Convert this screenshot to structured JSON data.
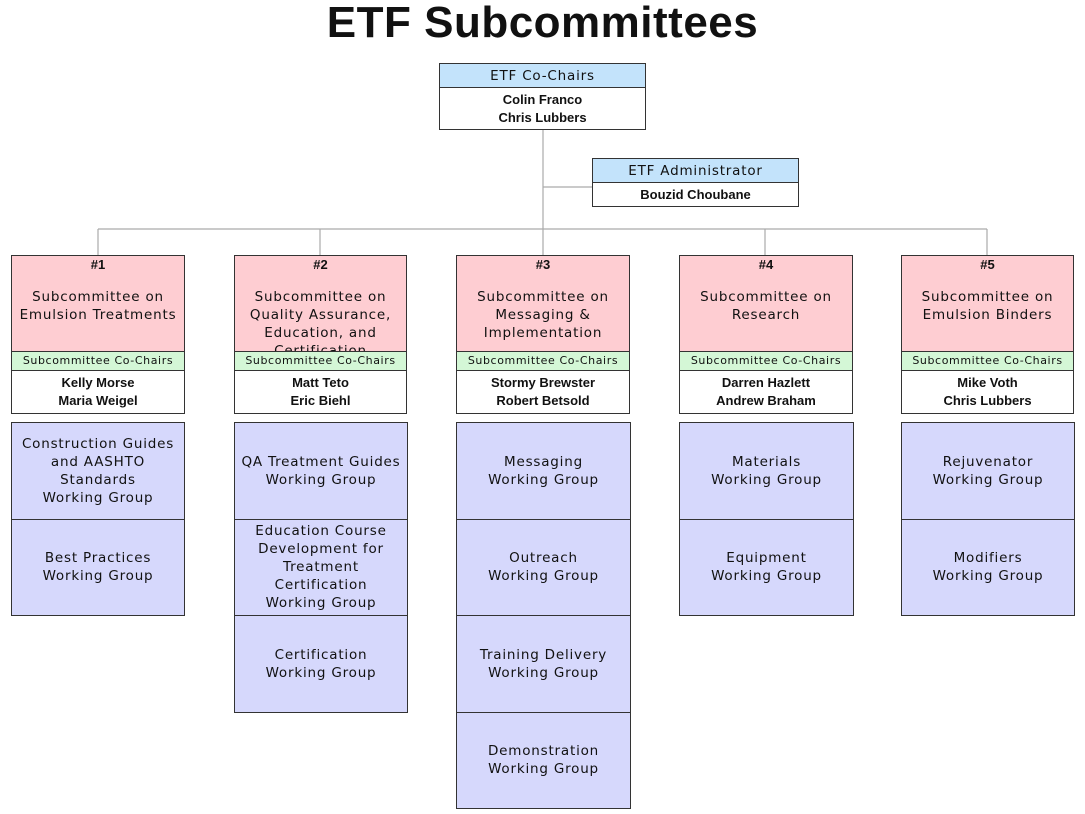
{
  "title": "ETF Subcommittees",
  "co_chairs": {
    "header": "ETF Co-Chairs",
    "names": "Colin Franco\nChris Lubbers"
  },
  "administrator": {
    "header": "ETF Administrator",
    "name": "Bouzid Choubane"
  },
  "subcommittees": [
    {
      "number": "#1",
      "name": "Subcommittee on\nEmulsion Treatments",
      "cochairs_label": "Subcommittee Co-Chairs",
      "cochairs": "Kelly Morse\nMaria Weigel",
      "groups": [
        "Construction Guides\nand AASHTO\nStandards\nWorking Group",
        "Best Practices\nWorking Group"
      ]
    },
    {
      "number": "#2",
      "name": "Subcommittee on\nQuality Assurance,\nEducation, and\nCertification",
      "cochairs_label": "Subcommittee Co-Chairs",
      "cochairs": "Matt Teto\nEric Biehl",
      "groups": [
        "QA Treatment Guides\nWorking Group",
        "Education Course\nDevelopment for\nTreatment\nCertification\nWorking Group",
        "Certification\nWorking Group"
      ]
    },
    {
      "number": "#3",
      "name": "Subcommittee on\nMessaging &\nImplementation",
      "cochairs_label": "Subcommittee Co-Chairs",
      "cochairs": "Stormy Brewster\nRobert Betsold",
      "groups": [
        "Messaging\nWorking Group",
        "Outreach\nWorking Group",
        "Training Delivery\nWorking Group",
        "Demonstration\nWorking Group"
      ]
    },
    {
      "number": "#4",
      "name": "Subcommittee on\nResearch",
      "cochairs_label": "Subcommittee Co-Chairs",
      "cochairs": "Darren Hazlett\nAndrew Braham",
      "groups": [
        "Materials\nWorking Group",
        "Equipment\nWorking Group"
      ]
    },
    {
      "number": "#5",
      "name": "Subcommittee on\nEmulsion Binders",
      "cochairs_label": "Subcommittee Co-Chairs",
      "cochairs": "Mike Voth\nChris Lubbers",
      "groups": [
        "Rejuvenator\nWorking Group",
        "Modifiers\nWorking Group"
      ]
    }
  ]
}
